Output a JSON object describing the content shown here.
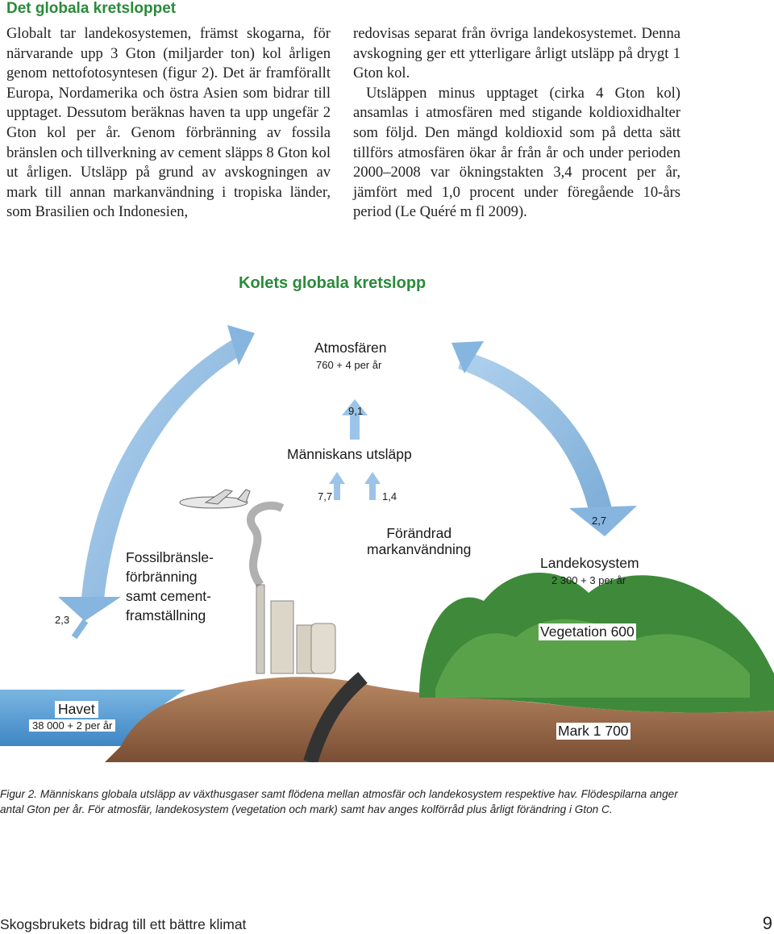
{
  "heading": "Det globala kretsloppet",
  "body_left": "Globalt tar landekosystemen, främst skogarna, för närvarande upp 3 Gton (miljarder ton) kol årligen genom nettofotosyntesen (figur 2). Det är framförallt Europa, Nordamerika och östra Asien som bidrar till upptaget. Dessutom beräknas haven ta upp ungefär 2 Gton kol per år. Genom förbränning av fossila bränslen och tillverkning av cement släpps 8 Gton kol ut årligen. Utsläpp på grund av avskogningen av mark till annan markanvändning i tropiska länder, som Brasilien och Indonesien,",
  "body_right_1": "redovisas separat från övriga landekosystemet. Denna avskogning ger ett ytterligare årligt utsläpp på drygt 1 Gton kol.",
  "body_right_2": "Utsläppen minus upptaget (cirka 4 Gton kol) ansamlas i atmosfären med stigande koldioxidhalter som följd. Den mängd koldioxid som på detta sätt tillförs atmosfären ökar år från år och under perioden 2000–2008 var ökningstakten 3,4 procent per år, jämfört med 1,0 procent under föregående 10-års period (Le Quéré m fl 2009).",
  "diagram": {
    "title": "Kolets globala kretslopp",
    "atmosphere": "Atmosfären",
    "atmosphere_value": "760 + 4 per år",
    "flow_total": "9,1",
    "human_emissions": "Människans utsläpp",
    "flow_fossil": "7,7",
    "flow_landuse": "1,4",
    "fossil_label": "Fossilbränsle-\nförbränning\nsamt cement-\nframställning",
    "landuse_label": "Förändrad\nmarkanvändning",
    "flow_land": "2,7",
    "land_ecosystem": "Landekosystem",
    "land_ecosystem_value": "2 300 + 3 per år",
    "vegetation": "Vegetation 600",
    "flow_ocean": "2,3",
    "ocean": "Havet",
    "ocean_value": "38 000 + 2 per år",
    "soil": "Mark 1 700"
  },
  "caption": "Figur 2. Människans globala utsläpp av växthusgaser samt flödena mellan atmosfär och landekosystem respektive hav. Flödespilarna anger antal Gton per år. För atmosfär, landekosystem (vegetation och mark) samt hav anges kolförråd plus årligt förändring i Gton C.",
  "footer_title": "Skogsbrukets bidrag till ett bättre klimat",
  "page_number": "9",
  "colors": {
    "heading_green": "#2a8a3a",
    "arrow_blue": "#7fb0dc",
    "sea_blue": "#6aa8d8",
    "soil_brown": "#9a6a4a"
  }
}
